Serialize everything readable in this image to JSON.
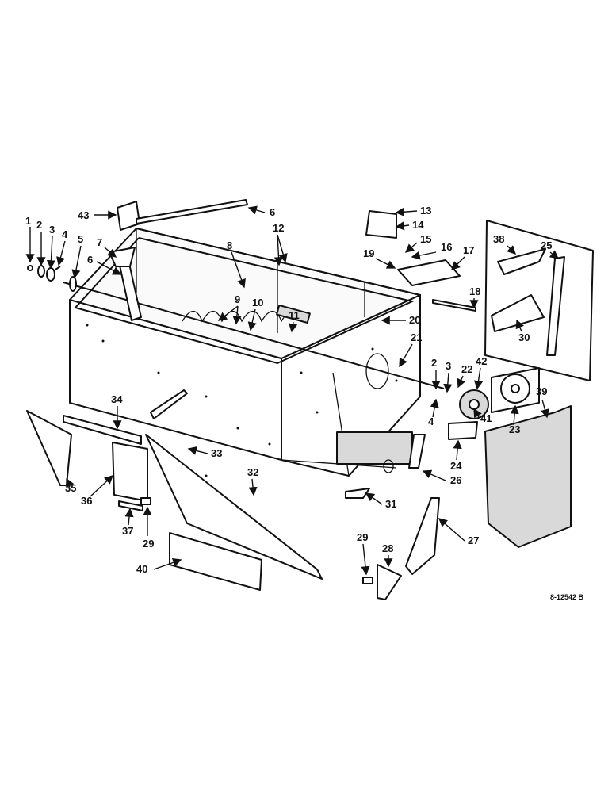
{
  "diagram": {
    "reference_code": "8-12542 B",
    "callouts": [
      "1",
      "2",
      "3",
      "4",
      "5",
      "7",
      "6",
      "43",
      "6",
      "12",
      "8",
      "13",
      "14",
      "15",
      "16",
      "17",
      "19",
      "18",
      "9",
      "10",
      "11",
      "20",
      "21",
      "22",
      "2",
      "3",
      "42",
      "4",
      "41",
      "38",
      "25",
      "30",
      "23",
      "39",
      "34",
      "33",
      "32",
      "35",
      "36",
      "37",
      "29",
      "31",
      "24",
      "26",
      "27",
      "29",
      "28",
      "40"
    ]
  }
}
